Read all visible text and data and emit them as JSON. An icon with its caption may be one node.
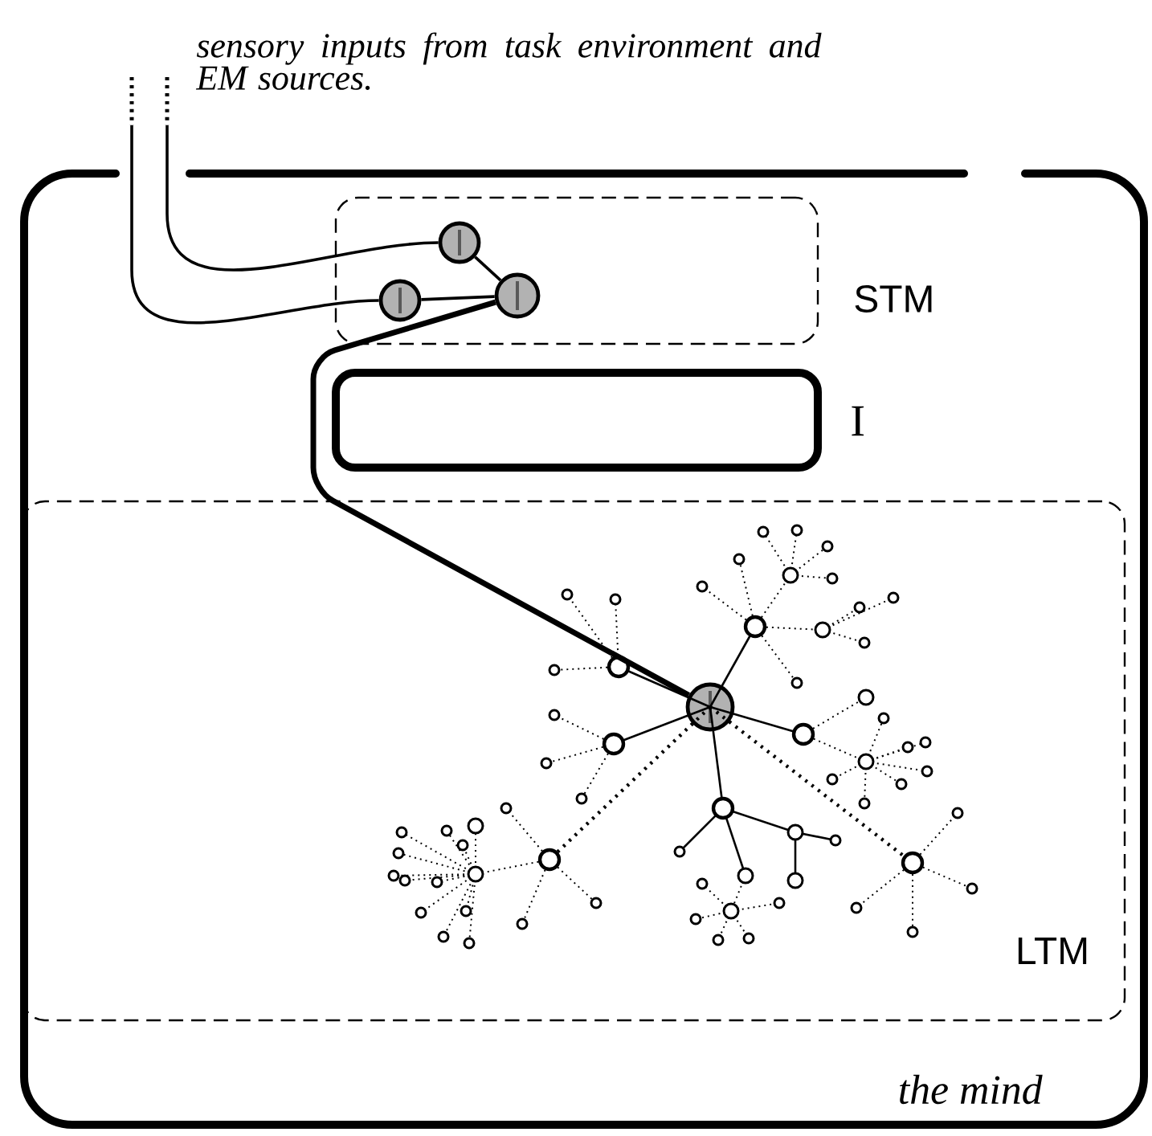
{
  "diagram": {
    "nodes": [
      {
        "text": [
          "the mind"
        ]
      },
      {
        "text": [
          "STM"
        ],
        "in": 0
      },
      {
        "text": [
          "I"
        ],
        "in": 0
      },
      {
        "text": [
          "LTM"
        ],
        "in": 0
      },
      {
        "text": [],
        "shape": "circle",
        "in": 1
      },
      {
        "text": [],
        "shape": "circle",
        "in": 1
      },
      {
        "text": [],
        "shape": "circle",
        "in": 1
      },
      {
        "text": [],
        "shape": "circle",
        "in": 3
      }
    ],
    "edges": [
      {
        "from": null,
        "to": 4,
        "arrow": "none"
      },
      {
        "from": null,
        "to": 5,
        "arrow": "none"
      },
      {
        "from": 5,
        "to": 6,
        "arrow": "none"
      },
      {
        "from": 4,
        "to": 6,
        "arrow": "none"
      },
      {
        "from": 6,
        "to": 7,
        "arrow": "none",
        "style": "thick"
      }
    ],
    "labels": [
      "sensory inputs from task environment and EM sources."
    ]
  }
}
